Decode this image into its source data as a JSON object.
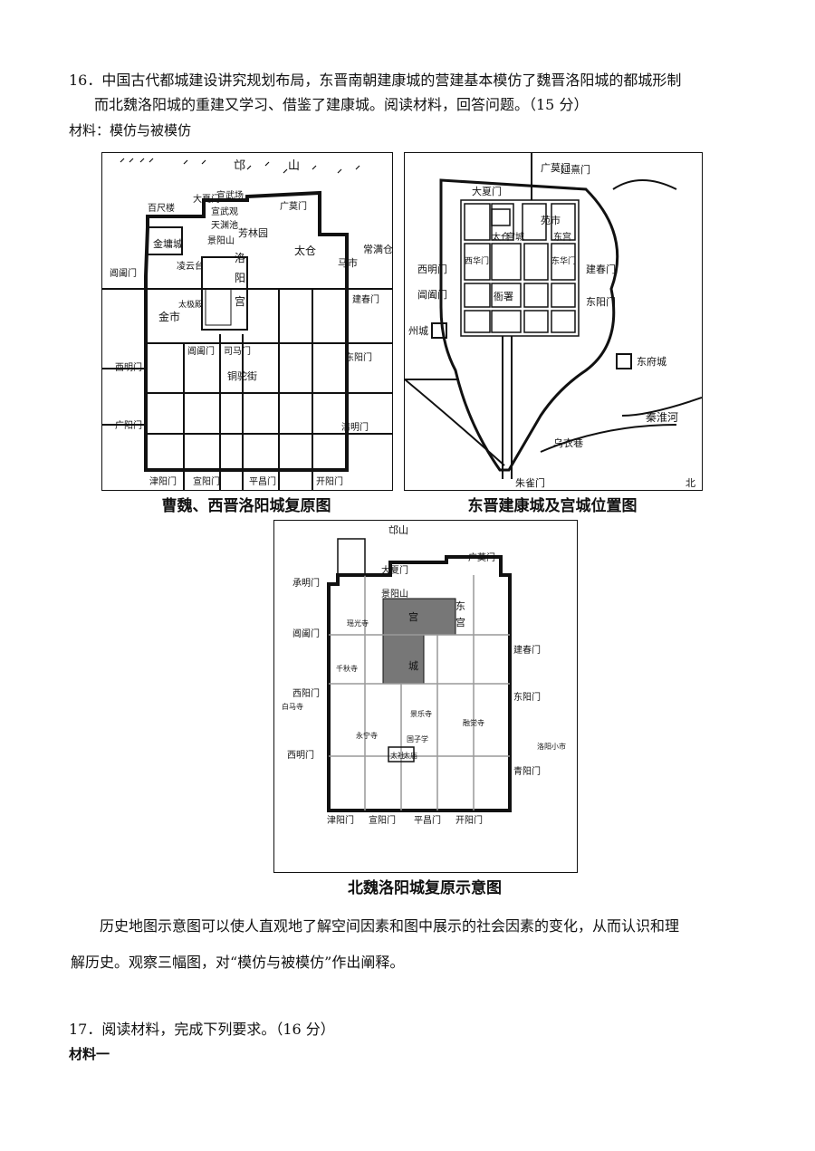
{
  "q16": {
    "line1": "16．中国古代都城建设讲究规划布局，东晋南朝建康城的营建基本模仿了魏晋洛阳城的都城形制",
    "line2": "而北魏洛阳城的重建又学习、借鉴了建康城。阅读材料，回答问题。（15 分）",
    "material_label": "材料：模仿与被模仿"
  },
  "map_luoyang_wj": {
    "caption": "曹魏、西晋洛阳城复原图",
    "labels": {
      "mang": "邙",
      "shan": "山",
      "daxiamen": "大夏门",
      "xuanwuchang": "宣武场",
      "xuanwuguan": "宣武观",
      "baichilou": "百尺楼",
      "guangmomen": "广莫门",
      "tianyuanchi": "天渊池",
      "jingyangshan": "景阳山",
      "fanglinyuan": "芳林园",
      "jinyongcheng": "金墉城",
      "taicang": "太仓",
      "luo": "洛",
      "yang": "阳",
      "gong": "宫",
      "lingyuntai": "凌云台",
      "changheng": "常满仓",
      "mashi": "马市",
      "changhemen": "阊阖门",
      "jianchunmen": "建春门",
      "taijidian": "太极殿",
      "jinshi": "金市",
      "changhemen2": "阊阖门",
      "simamen": "司马门",
      "ximingmen": "西明门",
      "dongyangmen": "东阳门",
      "tongtuojie": "铜驼街",
      "guangyangmen": "广阳门",
      "qingmingmen": "清明门",
      "jinmen": "津阳门",
      "xuanyangmen": "宣阳门",
      "pingchangmen": "平昌门",
      "kaiyangmen": "开阳门"
    }
  },
  "map_jiankang": {
    "caption": "东晋建康城及宫城位置图",
    "labels": {
      "guangmo": "广莫门",
      "yanxi": "延熹门",
      "daxiamen": "大夏门",
      "yuanshi": "苑市",
      "taicang": "太仓",
      "gongcheng": "宫城",
      "donggong": "东宫",
      "ximingmen": "西明门",
      "xihua": "西华门",
      "donghua": "东华门",
      "jianchunmen": "建春门",
      "changhemen": "阊阖门",
      "yashu": "衙署",
      "dongyangmen": "东阳门",
      "zhoucheng": "州城",
      "dongfucheng": "东府城",
      "qinhuaihe": "秦淮河",
      "wuyixiang": "乌衣巷",
      "zhuquemen": "朱雀门",
      "bei": "北"
    }
  },
  "map_luoyang_bw": {
    "caption": "北魏洛阳城复原示意图",
    "labels": {
      "mangshan": "邙山",
      "guangmomen": "广莫门",
      "daxiamen": "大夏门",
      "jingyangshan": "景阳山",
      "chengmingmen": "承明门",
      "gong": "宫",
      "cheng": "城",
      "dong": "东",
      "gong2": "宫",
      "yaoguangsi": "瑶光寺",
      "changhemen": "阊阖门",
      "jianchunmen": "建春门",
      "qiansi": "千秋寺",
      "ximingmen_top": "西阳门",
      "baimasi": "白马寺",
      "dongyangmen": "东阳门",
      "yongningsi": "永宁寺",
      "jingle": "景乐寺",
      "guozixue": "国子学",
      "rongjue": "融觉寺",
      "ximingmen": "西明门",
      "qingyangmen": "青阳门",
      "luoyangxiaoshi": "洛阳小市",
      "jinmen": "津阳门",
      "xuanyangmen": "宣阳门",
      "pingchangmen": "平昌门",
      "kaiyangmen": "开阳门",
      "taishe": "太社",
      "taimiao": "太庙"
    }
  },
  "analysis": {
    "line1": "历史地图示意图可以使人直观地了解空间因素和图中展示的社会因素的变化，从而认识和理",
    "line2": "解历史。观察三幅图，对“模仿与被模仿”作出阐释。"
  },
  "q17": {
    "line1": "17．阅读材料，完成下列要求。（16 分）",
    "material_label": "材料一"
  }
}
